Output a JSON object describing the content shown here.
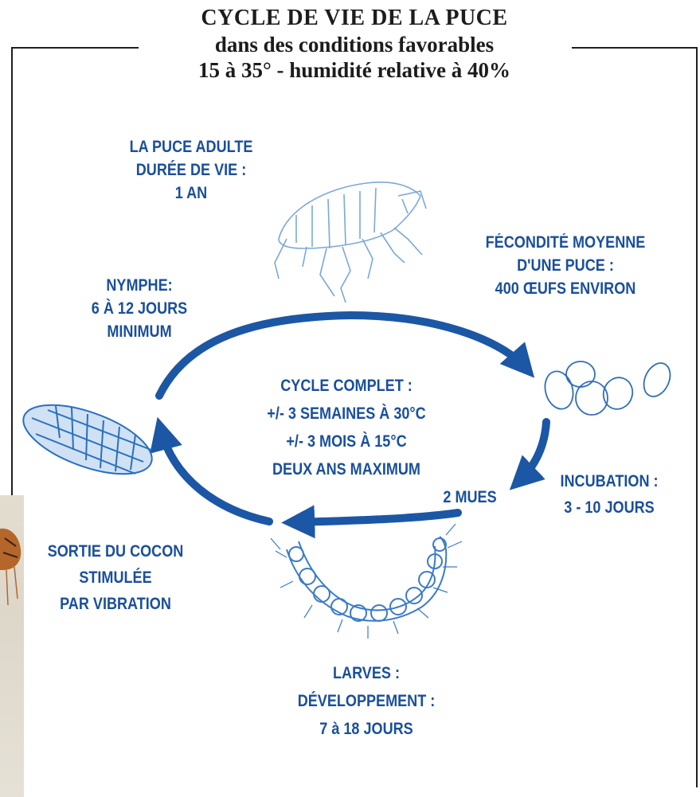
{
  "header": {
    "title": "CYCLE DE VIE DE LA PUCE",
    "subtitle": "dans des conditions favorables",
    "conditions": "15 à 35° - humidité relative à 40%"
  },
  "labels": {
    "adult": [
      "LA PUCE ADULTE",
      "DURÉE DE VIE :",
      "1 AN"
    ],
    "fecundity": [
      "FÉCONDITÉ MOYENNE",
      "D'UNE PUCE :",
      "400 ŒUFS ENVIRON"
    ],
    "nymph": [
      "NYMPHE:",
      "6 À 12 JOURS",
      "MINIMUM"
    ],
    "cycle": [
      "CYCLE COMPLET :",
      "+/- 3 SEMAINES À 30°C",
      "+/- 3 MOIS À 15°C",
      "DEUX ANS MAXIMUM"
    ],
    "incubation": [
      "INCUBATION :",
      "3 - 10 JOURS"
    ],
    "molts": "2 MUES",
    "cocoon": [
      "SORTIE DU COCON",
      "STIMULÉE",
      "PAR VIBRATION"
    ],
    "larvae": [
      "LARVES :",
      "DÉVELOPPEMENT :",
      "7 à 18 JOURS"
    ]
  },
  "colors": {
    "accent": "#1a4f9c",
    "arrow": "#1c57a6",
    "frame": "#1f1f1f",
    "drawing": "#6f9fd0"
  }
}
